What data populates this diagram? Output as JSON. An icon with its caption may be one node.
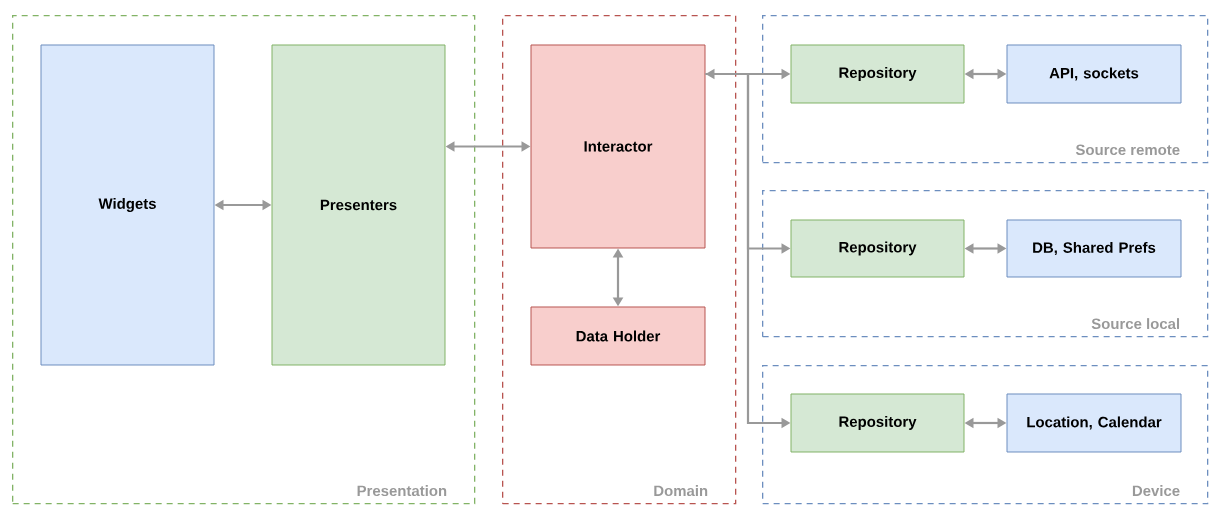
{
  "diagram": {
    "nodes": [
      {
        "text": [
          "Presentation"
        ]
      },
      {
        "text": [
          "Widgets"
        ],
        "in": 0
      },
      {
        "text": [
          "Presenters"
        ],
        "in": 0
      },
      {
        "text": [
          "Domain"
        ]
      },
      {
        "text": [
          "Interactor"
        ],
        "in": 3
      },
      {
        "text": [
          "Data Holder"
        ],
        "in": 3
      },
      {
        "text": [
          "Source remote"
        ]
      },
      {
        "text": [
          "Repository"
        ],
        "in": 6
      },
      {
        "text": [
          "API, sockets"
        ],
        "in": 6
      },
      {
        "text": [
          "Source local"
        ]
      },
      {
        "text": [
          "Repository"
        ],
        "in": 9
      },
      {
        "text": [
          "DB, Shared Prefs"
        ],
        "in": 9
      },
      {
        "text": [
          "Device"
        ]
      },
      {
        "text": [
          "Repository"
        ],
        "in": 12
      },
      {
        "text": [
          "Location, Calendar"
        ],
        "in": 12
      }
    ],
    "edges": [
      {
        "from": 1,
        "to": 2,
        "arrow": "both"
      },
      {
        "from": 2,
        "to": 4,
        "arrow": "both"
      },
      {
        "from": 4,
        "to": 5,
        "arrow": "both"
      },
      {
        "from": 4,
        "to": 7,
        "arrow": "both"
      },
      {
        "from": 4,
        "to": 10,
        "arrow": "to"
      },
      {
        "from": 4,
        "to": 13,
        "arrow": "to"
      },
      {
        "from": 7,
        "to": 8,
        "arrow": "both"
      },
      {
        "from": 10,
        "to": 11,
        "arrow": "both"
      },
      {
        "from": 13,
        "to": 14,
        "arrow": "both"
      }
    ]
  }
}
